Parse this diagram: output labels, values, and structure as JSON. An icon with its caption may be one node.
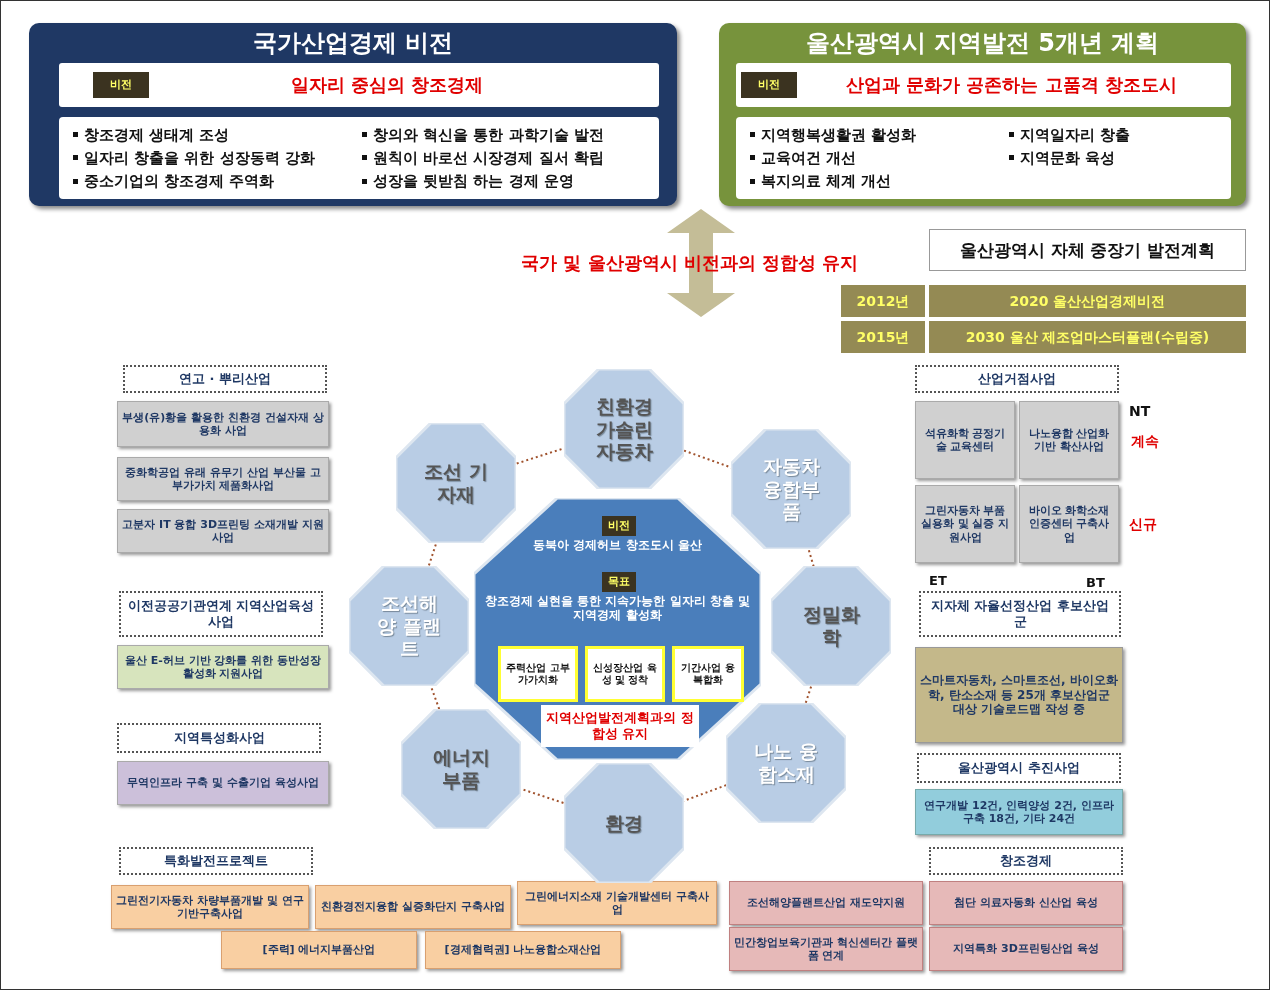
{
  "diagram": {
    "nodes": [
      {
        "text": [
          "국가산업경제 비전"
        ]
      },
      {
        "text": [
          "일자리 중심의 창조경제"
        ],
        "in": 0
      },
      {
        "text": [
          "비전"
        ],
        "in": 1
      },
      {
        "text": [
          "창조경제 생태계 조성",
          "일자리 창출을 위한 성장동력 강화",
          "중소기업의 창조경제 주역화",
          "창의와 혁신을 통한 과학기술 발전",
          "원칙이 바로선 시장경제 질서 확립",
          "성장을 뒷받침 하는 경제 운영"
        ],
        "in": 0
      },
      {
        "text": [
          "울산광역시 지역발전 5개년 계획"
        ]
      },
      {
        "text": [
          "산업과 문화가 공존하는 고품격 창조도시"
        ],
        "in": 4
      },
      {
        "text": [
          "비전"
        ],
        "in": 5
      },
      {
        "text": [
          "지역행복생활권 활성화",
          "교육여건 개선",
          "복지의료 체계 개선",
          "지역일자리 창출",
          "지역문화 육성"
        ],
        "in": 4
      },
      {
        "text": [
          "울산광역시 자체 중장기 발전계획"
        ]
      },
      {
        "text": [
          "2012년"
        ]
      },
      {
        "text": [
          "2020 울산산업경제비전"
        ]
      },
      {
        "text": [
          "2015년"
        ]
      },
      {
        "text": [
          "2030 울산 제조업마스터플랜(수립중)"
        ]
      },
      {
        "text": [
          "연고 · 뿌리산업"
        ]
      },
      {
        "text": [
          "부생(유)황을 활용한 친환경 건설자재 상용화 사업"
        ]
      },
      {
        "text": [
          "중화학공업 유래 유무기 산업 부산물 고부가가치 제품화사업"
        ]
      },
      {
        "text": [
          "고분자 IT 융합 3D프린팅 소재개발 지원사업"
        ]
      },
      {
        "text": [
          "이전공공기관연계 지역산업육성사업"
        ]
      },
      {
        "text": [
          "울산 E-허브 기반 강화를 위한 동반성장 활성화 지원사업"
        ]
      },
      {
        "text": [
          "지역특성화사업"
        ]
      },
      {
        "text": [
          "무역인프라 구축 및 수출기업 육성사업"
        ]
      },
      {
        "text": [
          "특화발전프로젝트"
        ]
      },
      {
        "text": [
          "그린전기자동차 차량부품개발 및 연구기반구축사업"
        ]
      },
      {
        "text": [
          "친환경전지융합 실증화단지 구축사업"
        ]
      },
      {
        "text": [
          "그린에너지소재 기술개발센터 구축사업"
        ]
      },
      {
        "text": [
          "[주력] 에너지부품산업"
        ]
      },
      {
        "text": [
          "[경제협력권] 나노융합소재산업"
        ]
      },
      {
        "text": [
          "동북아 경제허브 창조도시 울산",
          "창조경제 실현을 통한 지속가능한 일자리 창출 및 지역경제 활성화"
        ]
      },
      {
        "text": [
          "비전"
        ],
        "in": 27
      },
      {
        "text": [
          "목표"
        ],
        "in": 27
      },
      {
        "text": [
          "주력산업 고부가가치화"
        ],
        "in": 27
      },
      {
        "text": [
          "신성장산업 육성 및 정착"
        ],
        "in": 27
      },
      {
        "text": [
          "기간사업 융복합화"
        ],
        "in": 27
      },
      {
        "text": [
          "지역산업발전계획과의 정합성 유지"
        ],
        "in": 27
      },
      {
        "text": [
          "친환경 가솔린 자동차"
        ]
      },
      {
        "text": [
          "자동차 융합부품"
        ]
      },
      {
        "text": [
          "정밀화학"
        ]
      },
      {
        "text": [
          "나노 융합소재"
        ]
      },
      {
        "text": [
          "환경"
        ]
      },
      {
        "text": [
          "에너지 부품"
        ]
      },
      {
        "text": [
          "조선해양 플랜트"
        ]
      },
      {
        "text": [
          "조선 기자재"
        ]
      },
      {
        "text": [
          "산업거점사업"
        ]
      },
      {
        "text": [
          "석유화학 공정기술 교육센터"
        ]
      },
      {
        "text": [
          "나노융합 산업화 기반 확산사업"
        ]
      },
      {
        "text": [
          "그린자동차 부품실용화 및 실증 지원사업"
        ]
      },
      {
        "text": [
          "바이오 화학소재 인증센터 구축사업"
        ]
      },
      {
        "text": [
          "지자체 자율선정산업 후보산업군"
        ]
      },
      {
        "text": [
          "스마트자동차, 스마트조선, 바이오화학, 탄소소재 등 25개 후보산업군 대상 기술로드맵 작성 중"
        ]
      },
      {
        "text": [
          "울산광역시 추진사업"
        ]
      },
      {
        "text": [
          "연구개발 12건, 인력양성 2건, 인프라구축 18건, 기타 24건"
        ]
      },
      {
        "text": [
          "창조경제"
        ]
      },
      {
        "text": [
          "조선해양플랜트산업 재도약지원"
        ]
      },
      {
        "text": [
          "첨단 의료자동화 신산업 육성"
        ]
      },
      {
        "text": [
          "민간창업보육기관과 혁신센터간 플랫폼 연계"
        ]
      },
      {
        "text": [
          "지역특화 3D프린팅산업 육성"
        ]
      }
    ],
    "edges": [
      {
        "from": 34,
        "to": 35,
        "arrow": "none",
        "style": "dashed"
      },
      {
        "from": 35,
        "to": 36,
        "arrow": "none",
        "style": "dashed"
      },
      {
        "from": 36,
        "to": 37,
        "arrow": "none",
        "style": "dashed"
      },
      {
        "from": 37,
        "to": 38,
        "arrow": "none",
        "style": "dashed"
      },
      {
        "from": 38,
        "to": 39,
        "arrow": "none",
        "style": "dashed"
      },
      {
        "from": 39,
        "to": 40,
        "arrow": "none",
        "style": "dashed"
      },
      {
        "from": 40,
        "to": 41,
        "arrow": "none",
        "style": "dashed"
      },
      {
        "from": 41,
        "to": 34,
        "arrow": "none",
        "style": "dashed"
      }
    ],
    "labels": [
      "국가 및 울산광역시 비전과의 정합성 유지",
      "NT",
      "계속",
      "신규",
      "ET",
      "BT"
    ]
  }
}
